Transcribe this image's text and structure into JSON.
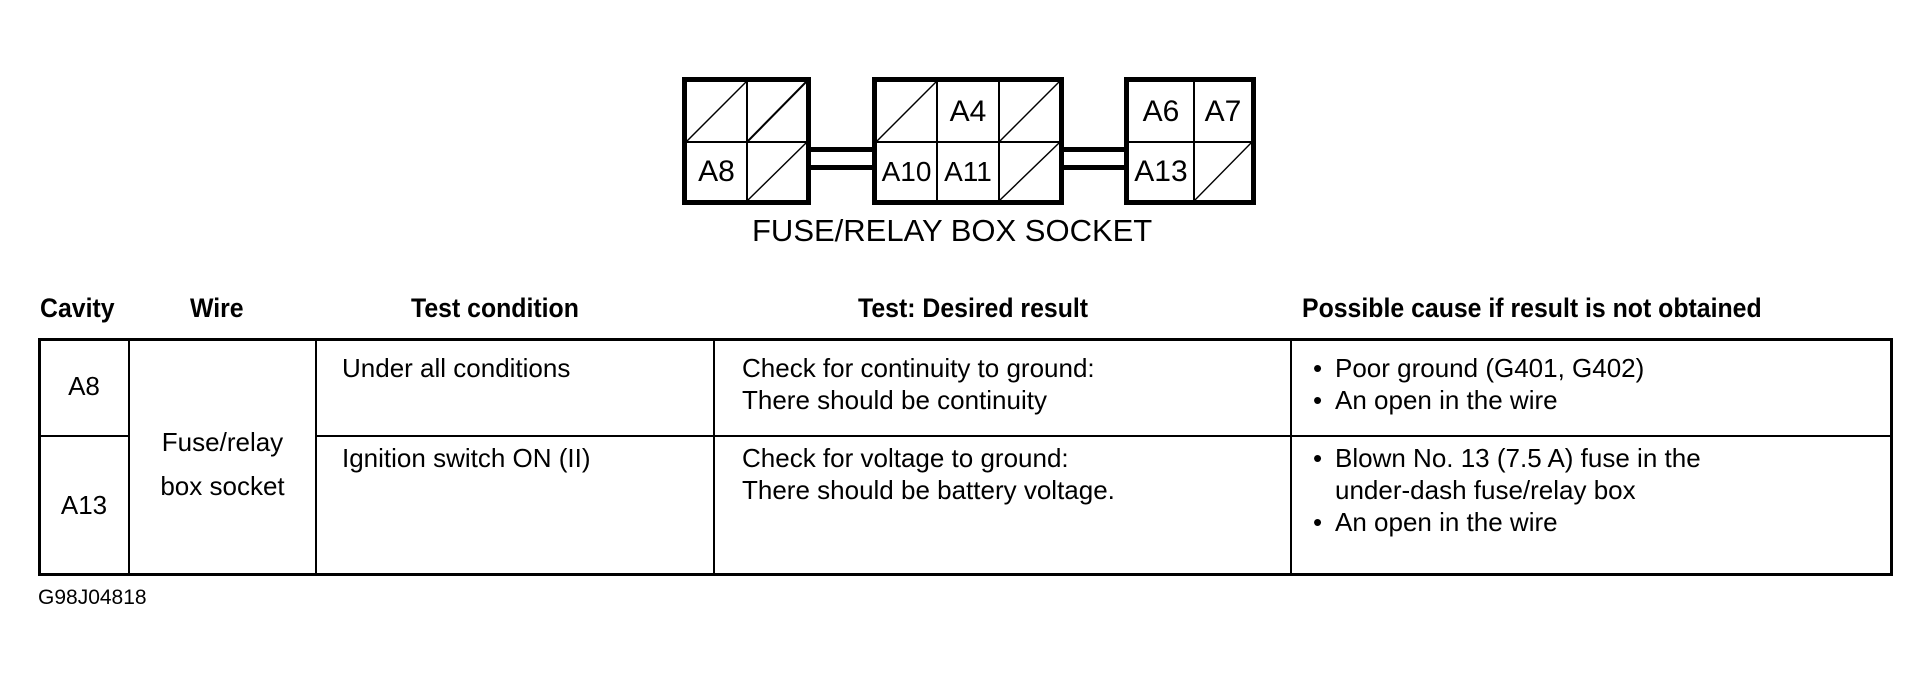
{
  "diagram": {
    "caption": "FUSE/RELAY BOX SOCKET",
    "connectors": [
      {
        "name": "left",
        "cells": [
          [
            "",
            ""
          ],
          [
            "A8",
            ""
          ]
        ],
        "empty_marker": "diagonal"
      },
      {
        "name": "middle",
        "cells": [
          [
            "",
            "A4",
            ""
          ],
          [
            "A10",
            "A11",
            ""
          ]
        ],
        "empty_marker": "diagonal"
      },
      {
        "name": "right",
        "cells": [
          [
            "A6",
            "A7"
          ],
          [
            "A13",
            ""
          ]
        ],
        "empty_marker": "diagonal"
      }
    ]
  },
  "table": {
    "headers": {
      "cavity": "Cavity",
      "wire": "Wire",
      "test_condition": "Test condition",
      "desired_result": "Test: Desired result",
      "possible_cause": "Possible cause if result is not obtained"
    },
    "wire_shared": [
      "Fuse/relay",
      "box socket"
    ],
    "rows": [
      {
        "cavity": "A8",
        "test_condition": "Under all conditions",
        "desired_result": [
          "Check for continuity to ground:",
          "There should be continuity"
        ],
        "possible_causes": [
          {
            "bullet": true,
            "text": "Poor ground (G401, G402)"
          },
          {
            "bullet": true,
            "text": "An open in the wire"
          }
        ]
      },
      {
        "cavity": "A13",
        "test_condition": "Ignition switch ON (II)",
        "desired_result": [
          "Check for voltage to ground:",
          "There should be battery voltage."
        ],
        "possible_causes": [
          {
            "bullet": true,
            "text": "Blown No. 13 (7.5 A) fuse in the"
          },
          {
            "bullet": false,
            "text": "under-dash fuse/relay box"
          },
          {
            "bullet": true,
            "text": "An open in the wire"
          }
        ]
      }
    ]
  },
  "figure_id": "G98J04818"
}
